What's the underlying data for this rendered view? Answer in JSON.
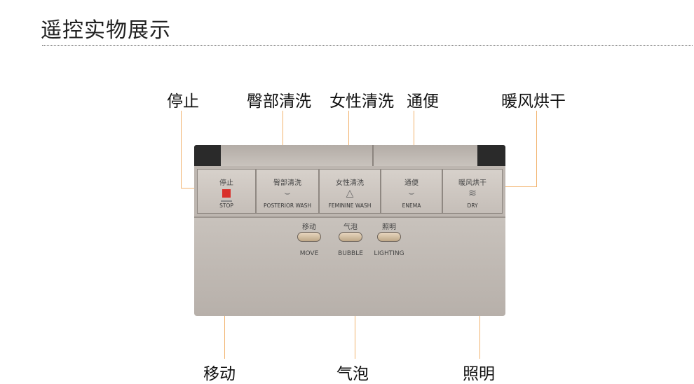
{
  "page": {
    "title": "遥控实物展示"
  },
  "callouts": {
    "stop": "停止",
    "posterior": "臀部清洗",
    "feminine": "女性清洗",
    "enema": "通便",
    "dry": "暖风烘干",
    "move": "移动",
    "bubble": "气泡",
    "lighting": "照明"
  },
  "device": {
    "buttons": [
      {
        "cn": "停止",
        "en": "STOP",
        "icon": "stop-square"
      },
      {
        "cn": "臀部清洗",
        "en": "POSTERIOR WASH",
        "icon": "posterior-wash-icon"
      },
      {
        "cn": "女性清洗",
        "en": "FEMININE WASH",
        "icon": "feminine-wash-icon"
      },
      {
        "cn": "通便",
        "en": "ENEMA",
        "icon": "enema-icon"
      },
      {
        "cn": "暖风烘干",
        "en": "DRY",
        "icon": "dry-icon"
      }
    ],
    "small_buttons": [
      {
        "cn": "移动",
        "en": "MOVE"
      },
      {
        "cn": "气泡",
        "en": "BUBBLE"
      },
      {
        "cn": "照明",
        "en": "LIGHTING"
      }
    ]
  },
  "colors": {
    "accent_line": "#f2b36e",
    "stop_red": "#d9302a"
  }
}
